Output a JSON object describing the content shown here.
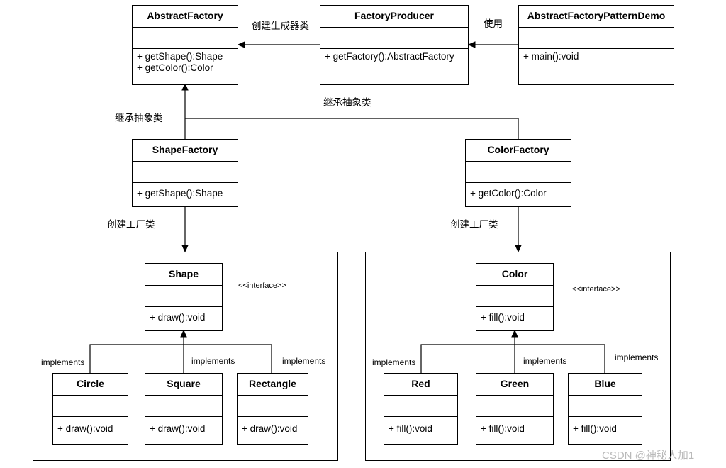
{
  "classes": {
    "abstract_factory": {
      "name": "AbstractFactory",
      "ops": [
        "+ getShape():Shape",
        "+ getColor():Color"
      ]
    },
    "factory_producer": {
      "name": "FactoryProducer",
      "ops": [
        "+ getFactory():AbstractFactory"
      ]
    },
    "demo": {
      "name": "AbstractFactoryPatternDemo",
      "ops": [
        "+ main():void"
      ]
    },
    "shape_factory": {
      "name": "ShapeFactory",
      "ops": [
        "+ getShape():Shape"
      ]
    },
    "color_factory": {
      "name": "ColorFactory",
      "ops": [
        "+ getColor():Color"
      ]
    },
    "shape": {
      "name": "Shape",
      "ops": [
        "+ draw():void"
      ]
    },
    "circle": {
      "name": "Circle",
      "ops": [
        "+ draw():void"
      ]
    },
    "square": {
      "name": "Square",
      "ops": [
        "+ draw():void"
      ]
    },
    "rectangle": {
      "name": "Rectangle",
      "ops": [
        "+ draw():void"
      ]
    },
    "color": {
      "name": "Color",
      "ops": [
        "+ fill():void"
      ]
    },
    "red": {
      "name": "Red",
      "ops": [
        "+ fill():void"
      ]
    },
    "green": {
      "name": "Green",
      "ops": [
        "+ fill():void"
      ]
    },
    "blue": {
      "name": "Blue",
      "ops": [
        "+ fill():void"
      ]
    }
  },
  "labels": {
    "create_producer": "创建生成器类",
    "use": "使用",
    "inherit_left": "继承抽象类",
    "inherit_right": "继承抽象类",
    "create_factory_left": "创建工厂类",
    "create_factory_right": "创建工厂类",
    "shape_stereotype": "<<interface>>",
    "color_stereotype": "<<interface>>",
    "impl_circle": "implements",
    "impl_square": "implements",
    "impl_rectangle": "implements",
    "impl_red": "implements",
    "impl_green": "implements",
    "impl_blue": "implements"
  },
  "watermark": "CSDN @神秘人加1"
}
